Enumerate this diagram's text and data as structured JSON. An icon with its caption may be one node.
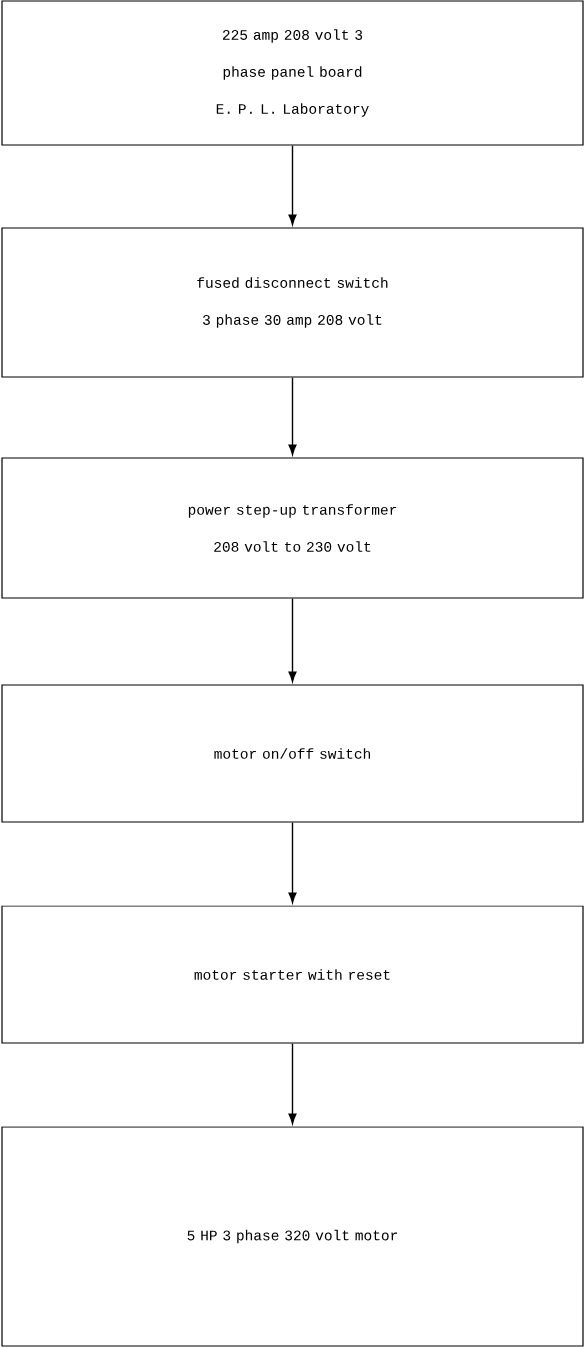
{
  "diagram": {
    "nodes": [
      {
        "text": [
          "225 amp 208 volt 3 phase panel board E. P. L. Laboratory"
        ]
      },
      {
        "text": [
          "fused disconnect switch 3 phase 30 amp 208 volt"
        ]
      },
      {
        "text": [
          "power step-up transformer 208 volt to 230 volt"
        ]
      },
      {
        "text": [
          "motor on/off switch"
        ]
      },
      {
        "text": [
          "motor starter with reset"
        ]
      },
      {
        "text": [
          "5 HP 3 phase 320 volt motor"
        ]
      }
    ],
    "edges": [
      {
        "from": 0,
        "to": 1,
        "arrow": "to"
      },
      {
        "from": 1,
        "to": 2,
        "arrow": "to"
      },
      {
        "from": 2,
        "to": 3,
        "arrow": "to"
      },
      {
        "from": 3,
        "to": 4,
        "arrow": "to"
      },
      {
        "from": 4,
        "to": 5,
        "arrow": "to"
      }
    ]
  }
}
